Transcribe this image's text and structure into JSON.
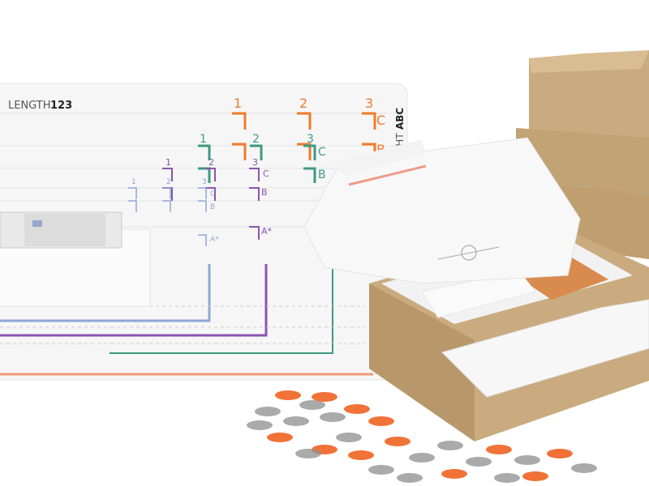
{
  "board": {
    "length_label": "LENGTH",
    "length_value": "123",
    "height_label": "GHT",
    "height_value": "ABC"
  },
  "orange": {
    "numbers": [
      "1",
      "2",
      "3"
    ],
    "letters": [
      "C",
      "B"
    ],
    "color": "#ef7a2a"
  },
  "green": {
    "numbers": [
      "1",
      "2",
      "3"
    ],
    "letters": [
      "C",
      "B"
    ],
    "color": "#3d9a82"
  },
  "purple": {
    "numbers": [
      "1",
      "2",
      "3"
    ],
    "letters": [
      "C",
      "B",
      "A*"
    ],
    "color": "#8a55b0"
  },
  "blue": {
    "numbers": [
      "1",
      "2",
      "3"
    ],
    "letters": [
      "C",
      "B",
      "A*"
    ],
    "color": "#8ea6d8"
  },
  "colors": {
    "cardboard": "#c9ab7f",
    "cardboard_dark": "#b3956a",
    "confetti_orange": "#f06a2c",
    "confetti_grey": "#8d8d8d"
  }
}
